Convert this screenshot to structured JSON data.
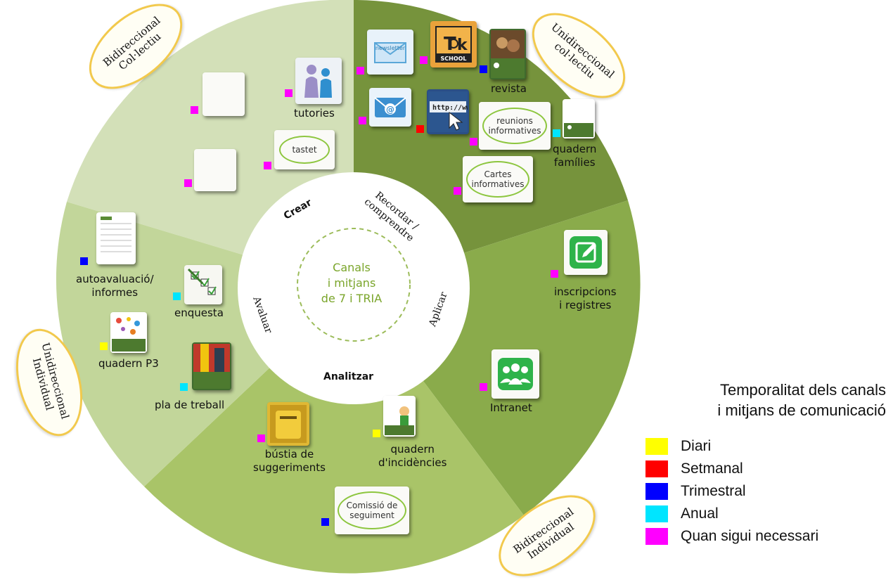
{
  "center": {
    "line1": "Canals",
    "line2": "i mitjans",
    "line3": "de 7 i TRIA"
  },
  "ring_labels": {
    "crear": "Crear",
    "recordar": "Recordar /\ncomprendre",
    "aplicar": "Aplicar",
    "analitzar": "Analitzar",
    "avaluar": "Avaluar"
  },
  "quadrants": {
    "bid_col": {
      "line1": "Bidireccional",
      "line2": "Col·lectiu"
    },
    "uni_col": {
      "line1": "Unidireccional",
      "line2": "col·lectiu"
    },
    "uni_ind": {
      "line1": "Unidireccional",
      "line2": "Individual"
    },
    "bid_ind": {
      "line1": "Bidireccional",
      "line2": "Individual"
    }
  },
  "items": {
    "tutories": "tutories",
    "tastet": "tastet",
    "revista": "revista",
    "reunions": "reunions informatives",
    "quadern_families_1": "quadern",
    "quadern_families_2": "famílies",
    "cartes": "Cartes informatives",
    "inscripcions_1": "inscripcions",
    "inscripcions_2": "i registres",
    "intranet": "Intranet",
    "quadern_incid_1": "quadern",
    "quadern_incid_2": "d'incidències",
    "comissio": "Comissió de seguiment",
    "bustia_1": "bústia de",
    "bustia_2": "suggeriments",
    "pla": "pla de treball",
    "quadern_p3": "quadern P3",
    "enquesta": "enquesta",
    "autoaval_1": "autoavaluació/",
    "autoaval_2": "informes",
    "newsletter": "newsletter",
    "school": "SCHOOL",
    "http": "http://www"
  },
  "legend": {
    "title_line1": "Temporalitat dels canals",
    "title_line2": "i mitjans de comunicació",
    "entries": [
      {
        "label": "Diari",
        "color": "#ffff00"
      },
      {
        "label": "Setmanal",
        "color": "#ff0000"
      },
      {
        "label": "Trimestral",
        "color": "#0000ff"
      },
      {
        "label": "Anual",
        "color": "#00e5ff"
      },
      {
        "label": "Quan sigui necessari",
        "color": "#ff00ff"
      }
    ]
  },
  "colors": {
    "diari": "#ffff00",
    "setmanal": "#ff0000",
    "trimestral": "#0000ff",
    "anual": "#00e5ff",
    "necessari": "#ff00ff",
    "light_sector": "#d7e3bf",
    "dark_sector": "#76923c",
    "mid_sector": "#8aac4c",
    "bottom_sector": "#a5c05e",
    "left_sector": "#c6d9a0"
  }
}
